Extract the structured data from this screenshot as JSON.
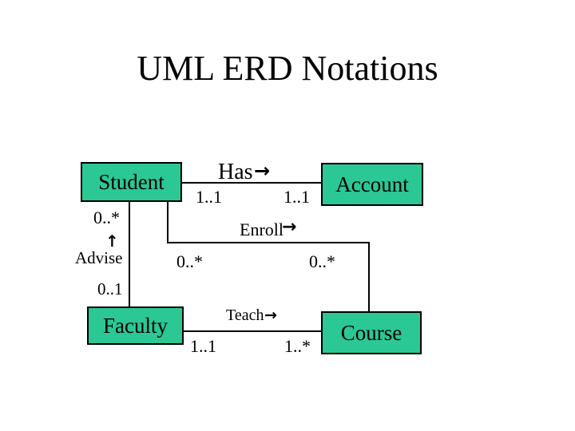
{
  "title": "UML ERD Notations",
  "colors": {
    "background": "#ffffff",
    "entity_fill": "#2bc795",
    "entity_border": "#000000",
    "connector": "#000000",
    "text": "#000000"
  },
  "entities": {
    "student": {
      "label": "Student"
    },
    "account": {
      "label": "Account"
    },
    "faculty": {
      "label": "Faculty"
    },
    "course": {
      "label": "Course"
    }
  },
  "relationships": {
    "has": {
      "label": "Has",
      "arrow_icon": "→",
      "source": "Student",
      "target": "Account",
      "source_multiplicity": "1..1",
      "target_multiplicity": "1..1"
    },
    "enroll": {
      "label": "Enroll",
      "arrow_icon": "→",
      "source": "Student",
      "target": "Course",
      "source_multiplicity": "0..*",
      "target_multiplicity": "0..*"
    },
    "advise": {
      "label": "Advise",
      "arrow_icon": "↑",
      "source": "Faculty",
      "target": "Student",
      "source_multiplicity": "0..1",
      "target_multiplicity": "0..*"
    },
    "teach": {
      "label": "Teach",
      "arrow_icon": "→",
      "source": "Faculty",
      "target": "Course",
      "source_multiplicity": "1..1",
      "target_multiplicity": "1..*"
    }
  }
}
